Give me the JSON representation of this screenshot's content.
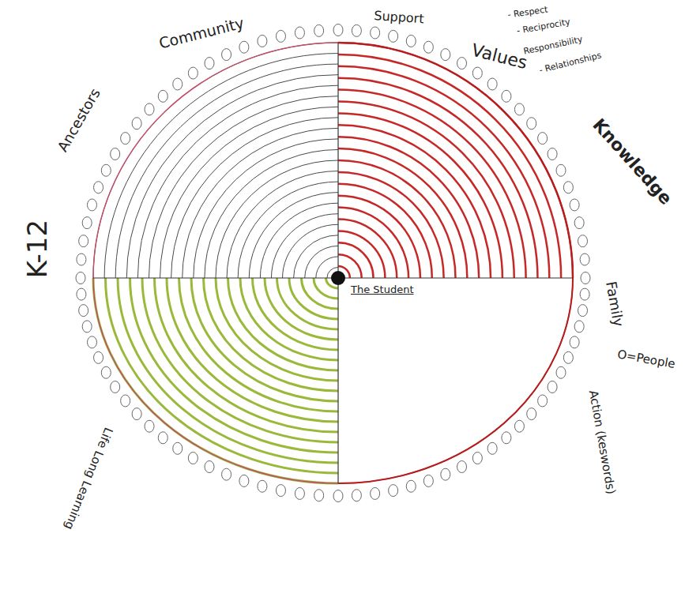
{
  "diagram": {
    "labels": [
      "Community",
      "Support",
      "- Respect",
      "- Reciprocity",
      "Values",
      "Responsibility",
      "- Relationships",
      "Knowledge",
      "Family",
      "Action (keswords)",
      "O=People",
      "K-12",
      "Ancestors",
      "Life Long Learning",
      "The Student"
    ]
  }
}
